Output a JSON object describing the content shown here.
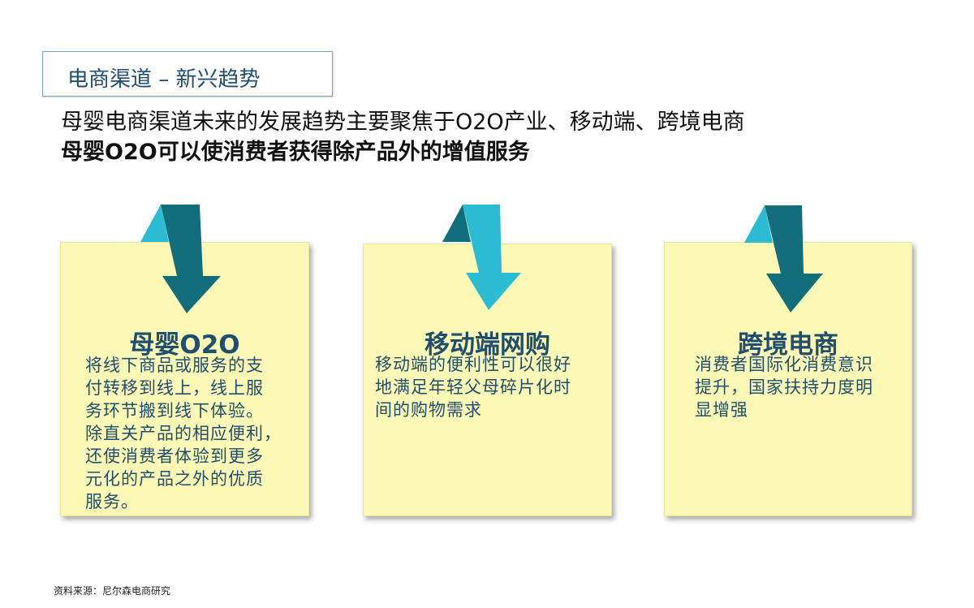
{
  "header": {
    "title": "电商渠道 – 新兴趋势"
  },
  "headline": {
    "line1": "母婴电商渠道未来的发展趋势主要聚焦于O2O产业、移动端、跨境电商",
    "line2": "母婴O2O可以使消费者获得除产品外的增值服务"
  },
  "cards": [
    {
      "title": "母婴O2O",
      "lines": [
        "将线下商品或服务的支",
        "付转移到线上，线上服",
        "务环节搬到线下体验。",
        "除直关产品的相应便利，",
        "还使消费者体验到更多",
        "元化的产品之外的优质",
        "服务。"
      ]
    },
    {
      "title": "移动端网购",
      "lines": [
        "移动端的便利性可以很好",
        "地满足年轻父母碎片化时",
        "间的购物需求"
      ]
    },
    {
      "title": "跨境电商",
      "lines": [
        "消费者国际化消费意识",
        "提升，国家扶持力度明",
        "显增强"
      ]
    }
  ],
  "footer": {
    "source": "资料来源：尼尔森电商研究"
  },
  "colors": {
    "note_bg": "#fbf9b5",
    "title_text": "#1f4e6e",
    "arrow_dark": "#136e7c",
    "arrow_light": "#2bbcd4"
  }
}
